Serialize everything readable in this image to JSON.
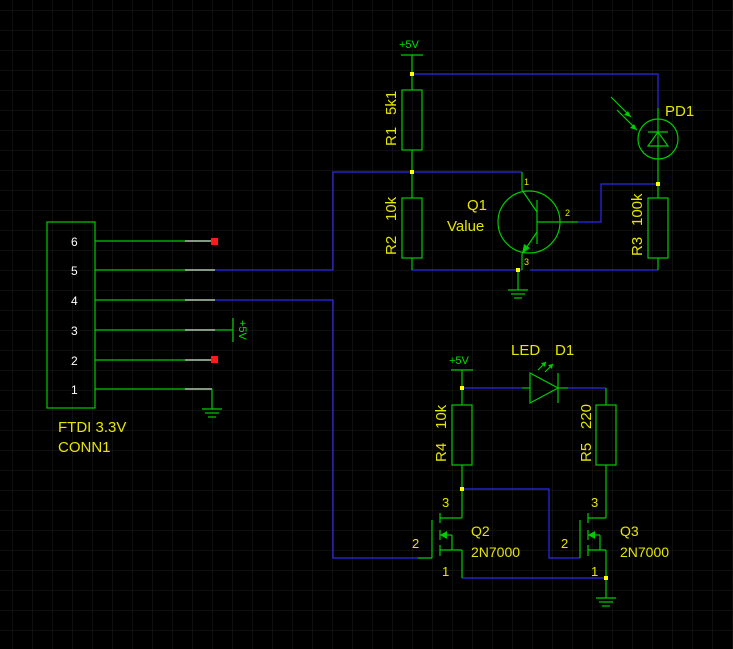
{
  "colors": {
    "background": "#000000",
    "grid": "#1e1e1e",
    "component": "#00cc00",
    "label": "#e6e600",
    "wire": "#2a2aee",
    "pin_line": "#ffffff",
    "junction": "#ffff00",
    "no_connect": "#ff1a1a"
  },
  "connector": {
    "name": "FTDI 3.3V",
    "ref": "CONN1",
    "pins": [
      "6",
      "5",
      "4",
      "3",
      "2",
      "1"
    ],
    "pin3_power": "+5V"
  },
  "power_labels": {
    "top": "+5V",
    "led": "+5V"
  },
  "r1": {
    "ref": "R1",
    "value": "5k1"
  },
  "r2": {
    "ref": "R2",
    "value": "10k"
  },
  "r3": {
    "ref": "R3",
    "value": "100k"
  },
  "r4": {
    "ref": "R4",
    "value": "10k"
  },
  "r5": {
    "ref": "R5",
    "value": "220"
  },
  "pd1": {
    "ref": "PD1"
  },
  "q1": {
    "ref": "Q1",
    "value": "Value",
    "pins": [
      "1",
      "2",
      "3"
    ]
  },
  "led": {
    "value": "LED",
    "ref": "D1"
  },
  "q2": {
    "ref": "Q2",
    "value": "2N7000",
    "pins": [
      "3",
      "2",
      "1"
    ]
  },
  "q3": {
    "ref": "Q3",
    "value": "2N7000",
    "pins": [
      "3",
      "2",
      "1"
    ]
  }
}
